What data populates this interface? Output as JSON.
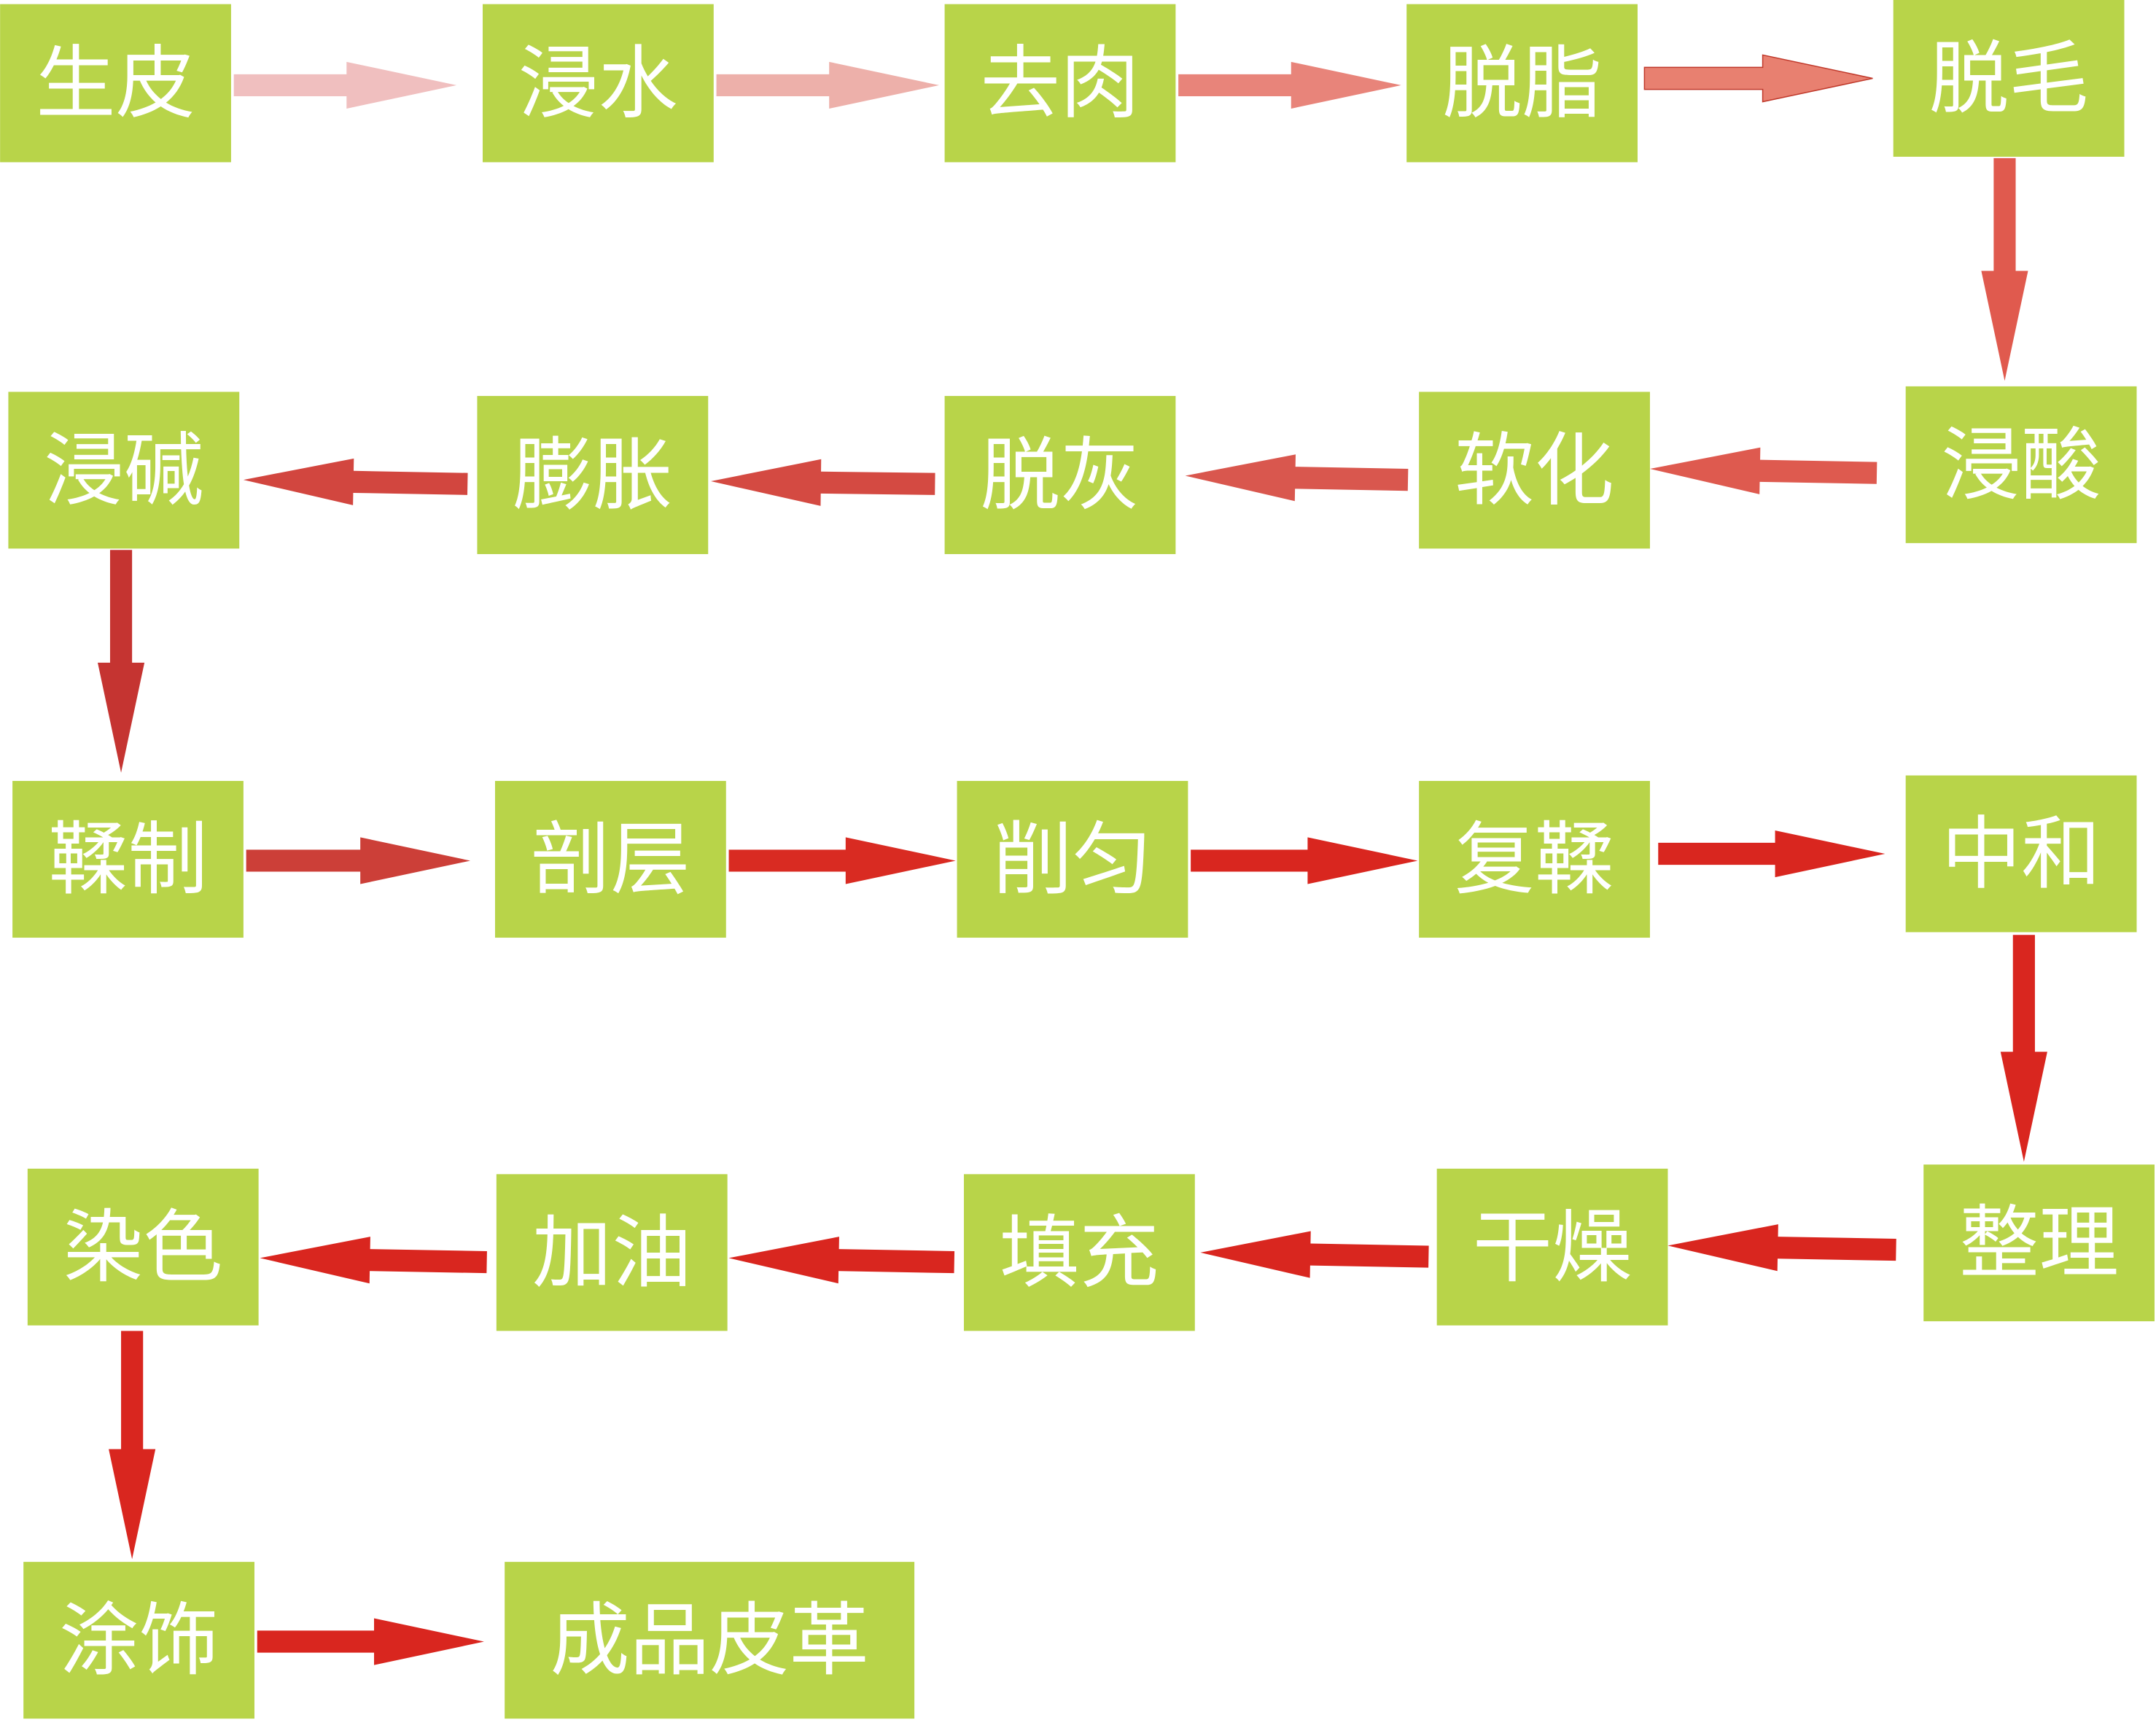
{
  "title": "皮革加工工艺流程",
  "steps": [
    "生皮",
    "浸水",
    "去肉",
    "脱脂",
    "脱毛",
    "浸酸",
    "软化",
    "脱灰",
    "膨胀",
    "浸碱",
    "鞣制",
    "剖层",
    "削匀",
    "复鞣",
    "中和",
    "整理",
    "干燥",
    "填充",
    "加油",
    "染色",
    "涂饰",
    "成品皮革"
  ],
  "colors": {
    "box": "#B8D449",
    "text": "#FFFFFF",
    "arrows": [
      "#F0BFBF",
      "#EDB0AA",
      "#E8847A",
      "#E88070",
      "#E05A4E",
      "#DE5A4F",
      "#D9574E",
      "#D44A42",
      "#D2463F",
      "#C53431",
      "#CC3F38",
      "#D92B22",
      "#D9261F",
      "#D9261F",
      "#D9261F",
      "#D9261F",
      "#D9261F",
      "#D9261F",
      "#D9261F",
      "#D9261F",
      "#D9261F"
    ]
  }
}
